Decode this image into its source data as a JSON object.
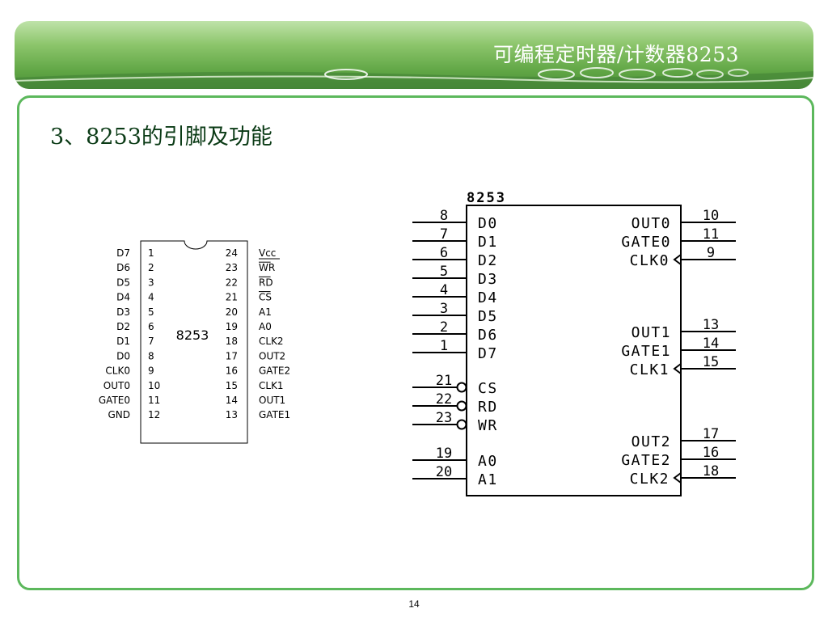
{
  "header": {
    "title": "可编程定时器/计数器8253"
  },
  "section": {
    "heading": "3、8253的引脚及功能"
  },
  "footer": {
    "page_number": "14"
  },
  "colors": {
    "accent_green": "#5cb85c",
    "banner_green": "#5fa544",
    "heading_text": "#0b3b16"
  },
  "dip_package": {
    "chip_label": "8253",
    "left_pins": [
      {
        "name": "D7",
        "num": "1"
      },
      {
        "name": "D6",
        "num": "2"
      },
      {
        "name": "D5",
        "num": "3"
      },
      {
        "name": "D4",
        "num": "4"
      },
      {
        "name": "D3",
        "num": "5"
      },
      {
        "name": "D2",
        "num": "6"
      },
      {
        "name": "D1",
        "num": "7"
      },
      {
        "name": "D0",
        "num": "8"
      },
      {
        "name": "CLK0",
        "num": "9"
      },
      {
        "name": "OUT0",
        "num": "10"
      },
      {
        "name": "GATE0",
        "num": "11"
      },
      {
        "name": "GND",
        "num": "12"
      }
    ],
    "right_pins": [
      {
        "name": "Vcc",
        "num": "24"
      },
      {
        "name": "WR",
        "num": "23"
      },
      {
        "name": "RD",
        "num": "22"
      },
      {
        "name": "CS",
        "num": "21"
      },
      {
        "name": "A1",
        "num": "20"
      },
      {
        "name": "A0",
        "num": "19"
      },
      {
        "name": "CLK2",
        "num": "18"
      },
      {
        "name": "OUT2",
        "num": "17"
      },
      {
        "name": "GATE2",
        "num": "16"
      },
      {
        "name": "CLK1",
        "num": "15"
      },
      {
        "name": "OUT1",
        "num": "14"
      },
      {
        "name": "GATE1",
        "num": "13"
      }
    ]
  },
  "logic_symbol": {
    "chip_label": "8253",
    "left_pins": [
      {
        "name": "D0",
        "num": "8"
      },
      {
        "name": "D1",
        "num": "7"
      },
      {
        "name": "D2",
        "num": "6"
      },
      {
        "name": "D3",
        "num": "5"
      },
      {
        "name": "D4",
        "num": "4"
      },
      {
        "name": "D5",
        "num": "3"
      },
      {
        "name": "D6",
        "num": "2"
      },
      {
        "name": "D7",
        "num": "1"
      },
      {
        "name": "CS",
        "num": "21"
      },
      {
        "name": "RD",
        "num": "22"
      },
      {
        "name": "WR",
        "num": "23"
      },
      {
        "name": "A0",
        "num": "19"
      },
      {
        "name": "A1",
        "num": "20"
      }
    ],
    "right_pins": [
      {
        "name": "OUT0",
        "num": "10"
      },
      {
        "name": "GATE0",
        "num": "11"
      },
      {
        "name": "CLK0",
        "num": "9"
      },
      {
        "name": "OUT1",
        "num": "13"
      },
      {
        "name": "GATE1",
        "num": "14"
      },
      {
        "name": "CLK1",
        "num": "15"
      },
      {
        "name": "OUT2",
        "num": "17"
      },
      {
        "name": "GATE2",
        "num": "16"
      },
      {
        "name": "CLK2",
        "num": "18"
      }
    ]
  }
}
